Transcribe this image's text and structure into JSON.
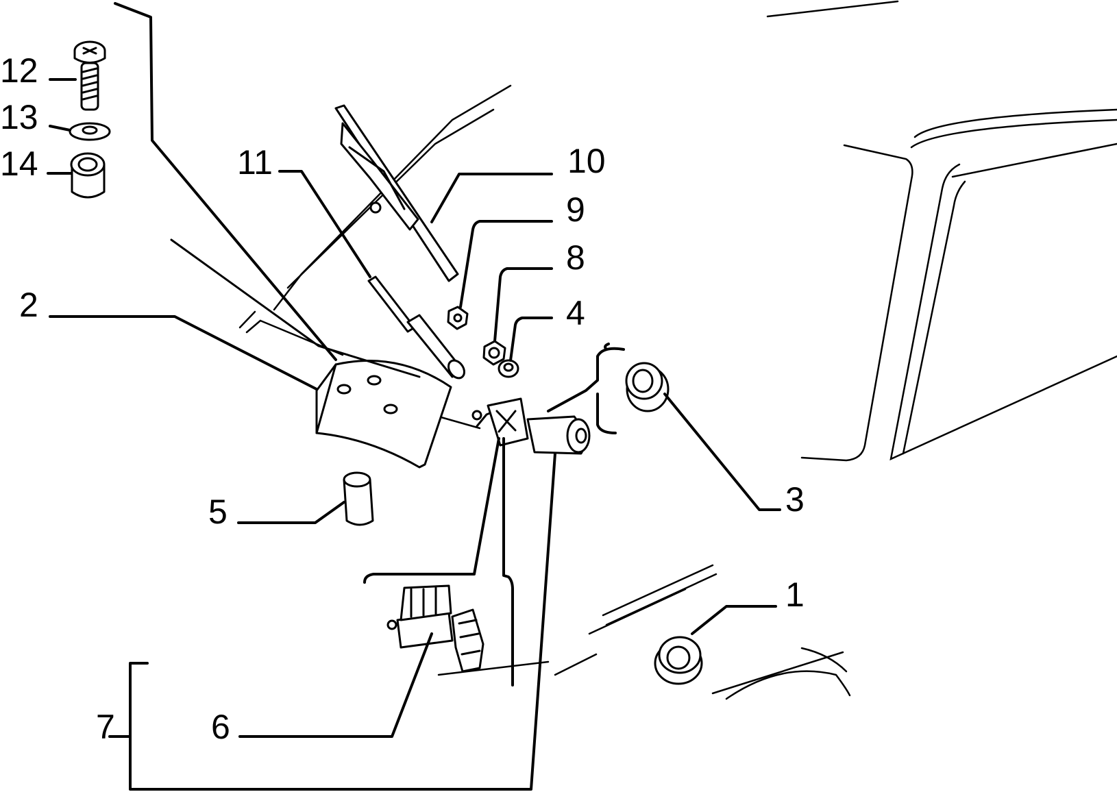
{
  "labels": {
    "p1": "1",
    "p2": "2",
    "p3": "3",
    "p4": "4",
    "p5": "5",
    "p6": "6",
    "p7": "7",
    "p8": "8",
    "p9": "9",
    "p10": "10",
    "p11": "11",
    "p12": "12",
    "p13": "13",
    "p14": "14"
  },
  "colors": {
    "ink": "#000000",
    "paper": "#ffffff"
  }
}
